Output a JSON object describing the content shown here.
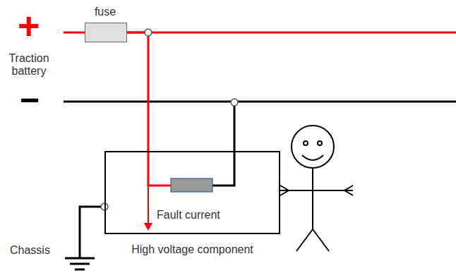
{
  "diagram": {
    "nodes": [
      {
        "text": [
          "fuse"
        ]
      },
      {
        "text": [
          "Fault current",
          "High voltage component"
        ]
      }
    ],
    "edges": [
      {
        "from": 0,
        "to": 1,
        "arrow": "none"
      }
    ],
    "labels": [
      "+",
      "Traction battery",
      "−",
      "Chassis"
    ]
  }
}
